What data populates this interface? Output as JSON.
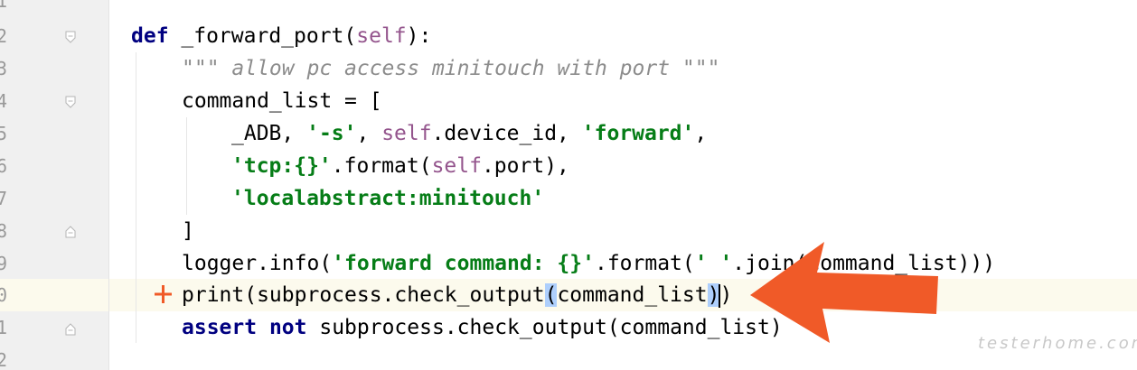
{
  "gutter": {
    "line_numbers": [
      "1",
      "2",
      "3",
      "4",
      "5",
      "6",
      "7",
      "8",
      "9",
      "0",
      "1",
      "2"
    ]
  },
  "code": {
    "l1": {
      "kw": "def",
      "name": " _forward_port(",
      "self": "self",
      "end": "):"
    },
    "l2": {
      "q1": "\"\"\"",
      "text": " allow pc access minitouch with port ",
      "q2": "\"\"\""
    },
    "l3": {
      "text": "command_list = ["
    },
    "l4": {
      "a": "_ADB, ",
      "s1": "'-s'",
      "b": ", ",
      "self": "self",
      "c": ".device_id, ",
      "s2": "'forward'",
      "d": ","
    },
    "l5": {
      "s": "'tcp:{}'",
      "a": ".format(",
      "self": "self",
      "b": ".port),"
    },
    "l6": {
      "s": "'localabstract:minitouch'"
    },
    "l7": {
      "text": "]"
    },
    "l8": {
      "a": "logger.info(",
      "s1": "'forward command: {}'",
      "b": ".format(",
      "s2": "' '",
      "c": ".join(command_list)))"
    },
    "l9": {
      "a": "print(subprocess.check_output",
      "p1": "(",
      "b": "command_list",
      "p2": ")",
      "c": ")"
    },
    "l10": {
      "kw1": "assert",
      "sp": " ",
      "kw2": "not",
      "rest": " subprocess.check_output(command_list)"
    }
  },
  "annotation": {
    "arrow_color": "#f05a28"
  },
  "watermark": {
    "text": "testerhome.com"
  },
  "colors": {
    "keyword": "#000080",
    "string": "#067d17",
    "self": "#94558d",
    "docstring": "#8c8c8c",
    "current_line_bg": "#fcfaed",
    "brace_match": "#aecffc",
    "change_marker": "#f05a28"
  }
}
